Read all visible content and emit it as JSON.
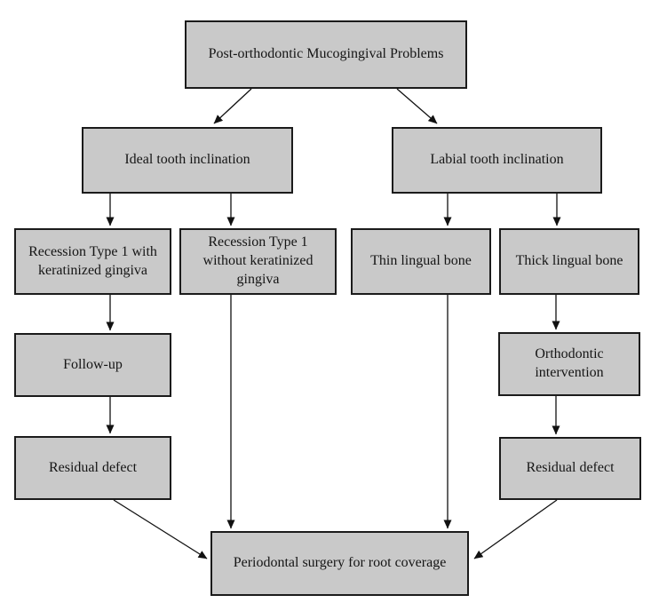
{
  "diagram": {
    "type": "flowchart",
    "colors": {
      "box_fill": "#c9c9c9",
      "box_border": "#1b1b1b",
      "arrow": "#111111",
      "background": "#ffffff",
      "text": "#151515"
    },
    "nodes": {
      "root": {
        "label": "Post-orthodontic Mucogingival Problems"
      },
      "ideal": {
        "label": "Ideal tooth inclination"
      },
      "labial": {
        "label": "Labial tooth inclination"
      },
      "rt1_with": {
        "label": "Recession Type 1 with keratinized gingiva"
      },
      "rt1_without": {
        "label": "Recession Type 1 without keratinized gingiva"
      },
      "thin": {
        "label": "Thin lingual bone"
      },
      "thick": {
        "label": "Thick lingual bone"
      },
      "followup": {
        "label": "Follow-up"
      },
      "ortho": {
        "label": "Orthodontic intervention"
      },
      "residual_left": {
        "label": "Residual defect"
      },
      "residual_right": {
        "label": "Residual defect"
      },
      "surgery": {
        "label": "Periodontal surgery for root coverage"
      }
    },
    "edges": [
      {
        "from": "root",
        "to": "ideal"
      },
      {
        "from": "root",
        "to": "labial"
      },
      {
        "from": "ideal",
        "to": "rt1_with"
      },
      {
        "from": "ideal",
        "to": "rt1_without"
      },
      {
        "from": "labial",
        "to": "thin"
      },
      {
        "from": "labial",
        "to": "thick"
      },
      {
        "from": "rt1_with",
        "to": "followup"
      },
      {
        "from": "followup",
        "to": "residual_left"
      },
      {
        "from": "residual_left",
        "to": "surgery"
      },
      {
        "from": "rt1_without",
        "to": "surgery"
      },
      {
        "from": "thin",
        "to": "surgery"
      },
      {
        "from": "thick",
        "to": "ortho"
      },
      {
        "from": "ortho",
        "to": "residual_right"
      },
      {
        "from": "residual_right",
        "to": "surgery"
      }
    ]
  }
}
